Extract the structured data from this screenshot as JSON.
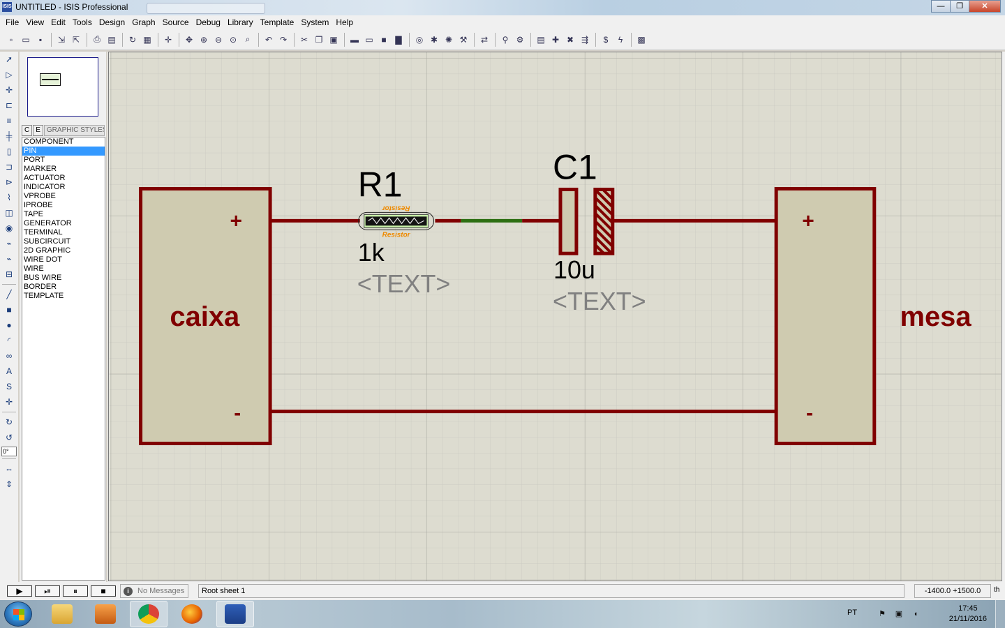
{
  "window": {
    "icon_text": "ISIS",
    "title": "UNTITLED - ISIS Professional",
    "minimize": "—",
    "maximize": "❐",
    "close": "✕"
  },
  "menu": [
    "File",
    "View",
    "Edit",
    "Tools",
    "Design",
    "Graph",
    "Source",
    "Debug",
    "Library",
    "Template",
    "System",
    "Help"
  ],
  "toolbar_groups": [
    [
      "new-icon",
      "open-icon",
      "save-icon"
    ],
    [
      "import-icon",
      "export-icon"
    ],
    [
      "print-icon",
      "print-area-icon"
    ],
    [
      "redraw-icon",
      "grid-icon"
    ],
    [
      "origin-icon"
    ],
    [
      "pan-icon",
      "zoom-in-icon",
      "zoom-out-icon",
      "zoom-all-icon",
      "zoom-area-icon"
    ],
    [
      "undo-icon",
      "redo-icon"
    ],
    [
      "cut-icon",
      "copy-icon",
      "paste-icon"
    ],
    [
      "block-copy-icon",
      "block-move-icon",
      "block-rotate-icon",
      "block-delete-icon"
    ],
    [
      "pick-device-icon",
      "make-device-icon",
      "packaging-icon",
      "decompose-icon"
    ],
    [
      "wire-autorouter-icon"
    ],
    [
      "search-tag-icon",
      "property-tool-icon"
    ],
    [
      "new-sheet-icon",
      "add-sheet-icon",
      "remove-sheet-icon",
      "goto-sheet-icon"
    ],
    [
      "bom-icon",
      "erc-icon"
    ],
    [
      "ares-icon"
    ]
  ],
  "tool_strip": [
    "selection-mode-icon",
    "component-mode-icon",
    "junction-dot-icon",
    "wire-label-icon",
    "text-script-icon",
    "bus-icon",
    "subcircuit-icon",
    "terminals-icon",
    "device-pins-icon",
    "graph-icon",
    "tape-recorder-icon",
    "generator-icon",
    "voltage-probe-icon",
    "current-probe-icon",
    "virtual-instrument-icon",
    "line-icon",
    "box-icon",
    "circle-icon",
    "arc-icon",
    "path-icon",
    "text-icon",
    "symbol-icon",
    "marker-icon",
    "rotate-cw-icon",
    "rotate-ccw-icon",
    "mirror-x-icon",
    "mirror-y-icon"
  ],
  "rotation_value": "0°",
  "panel": {
    "tab_c": "C",
    "tab_e": "E",
    "tab_label": "GRAPHIC STYLES",
    "modes": [
      "COMPONENT",
      "PIN",
      "PORT",
      "MARKER",
      "ACTUATOR",
      "INDICATOR",
      "VPROBE",
      "IPROBE",
      "TAPE",
      "GENERATOR",
      "TERMINAL",
      "SUBCIRCUIT",
      "2D GRAPHIC",
      "WIRE DOT",
      "WIRE",
      "BUS WIRE",
      "BORDER",
      "TEMPLATE"
    ],
    "selected_index": 1
  },
  "schematic": {
    "left_block": {
      "name": "caixa",
      "plus": "+",
      "minus": "-"
    },
    "right_block": {
      "name": "mesa",
      "plus": "+",
      "minus": "-"
    },
    "resistor": {
      "ref": "R1",
      "value": "1k",
      "text": "<TEXT>",
      "body_label": "Resistor"
    },
    "capacitor": {
      "ref": "C1",
      "value": "10u",
      "text": "<TEXT>"
    },
    "colors": {
      "wire": "#800000",
      "block_fill": "#cfcbb0",
      "grid": "#c7c7bf",
      "grid_major": "#a8a8a0",
      "canvas_bg": "#dddcd0",
      "label_grey": "#808080",
      "resistor_green": "#2d6f12",
      "resistor_label": "#ee8a00"
    }
  },
  "status": {
    "play": "▶",
    "step": "⏯",
    "pause": "⏸",
    "stop": "■",
    "messages": "No Messages",
    "sheet": "Root sheet 1",
    "coords": "-1400.0  +1500.0",
    "units": "th"
  },
  "taskbar": {
    "apps": [
      "explorer-icon",
      "media-player-icon",
      "chrome-icon",
      "firefox-icon",
      "isis-icon"
    ],
    "lang": "PT",
    "time": "17:45",
    "date": "21/11/2016"
  }
}
